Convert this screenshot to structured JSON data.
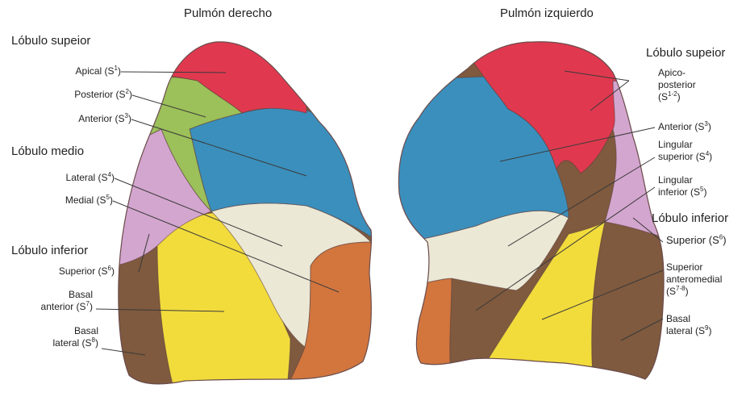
{
  "titles": {
    "right_lung": "Pulmón derecho",
    "left_lung": "Pulmón izquierdo"
  },
  "right": {
    "lobe_superior": "Lóbulo supeior",
    "lobe_medio": "Lóbulo medio",
    "lobe_inferior": "Lóbulo inferior",
    "apical": "Apical (S",
    "apical_sup": "1",
    "posterior": "Posterior (S",
    "posterior_sup": "2",
    "anterior": "Anterior (S",
    "anterior_sup": "3",
    "lateral": "Lateral (S",
    "lateral_sup": "4",
    "medial": "Medial (S",
    "medial_sup": "5",
    "superior": "Superior (S",
    "superior_sup": "6",
    "basal_ant_1": "Basal",
    "basal_ant_2": "anterior (S",
    "basal_ant_sup": "7",
    "basal_lat_1": "Basal",
    "basal_lat_2": "lateral (S",
    "basal_lat_sup": "8",
    "close": ")"
  },
  "left": {
    "lobe_superior": "Lóbulo supeior",
    "lobe_inferior": "Lóbulo inferior",
    "apico_1": "Apico-",
    "apico_2": "posterior",
    "apico_3": "(S",
    "apico_sup": "1-2",
    "anterior": "Anterior (S",
    "anterior_sup": "3",
    "ling_sup_1": "Lingular",
    "ling_sup_2": "superior (S",
    "ling_sup_sup": "4",
    "ling_inf_1": "Lingular",
    "ling_inf_2": "inferior (S",
    "ling_inf_sup": "5",
    "superior": "Superior (S",
    "superior_sup": "6",
    "sup_am_1": "Superior",
    "sup_am_2": "anteromedial",
    "sup_am_3": "(S",
    "sup_am_sup": "7-8",
    "basal_lat_1": "Basal",
    "basal_lat_2": "lateral (S",
    "basal_lat_sup": "9",
    "close": ")"
  },
  "colors": {
    "apical_red": "#e0394f",
    "posterior_green": "#9cc05a",
    "anterior_blue": "#3b8fbc",
    "lateral_cream": "#ece8d6",
    "medial_orange": "#d2763e",
    "superior_lilac": "#d3a6cf",
    "basal_ant_yellow": "#f2dc3c",
    "basal_lat_brown": "#7f5a3e",
    "outline": "#6a4b4b"
  }
}
